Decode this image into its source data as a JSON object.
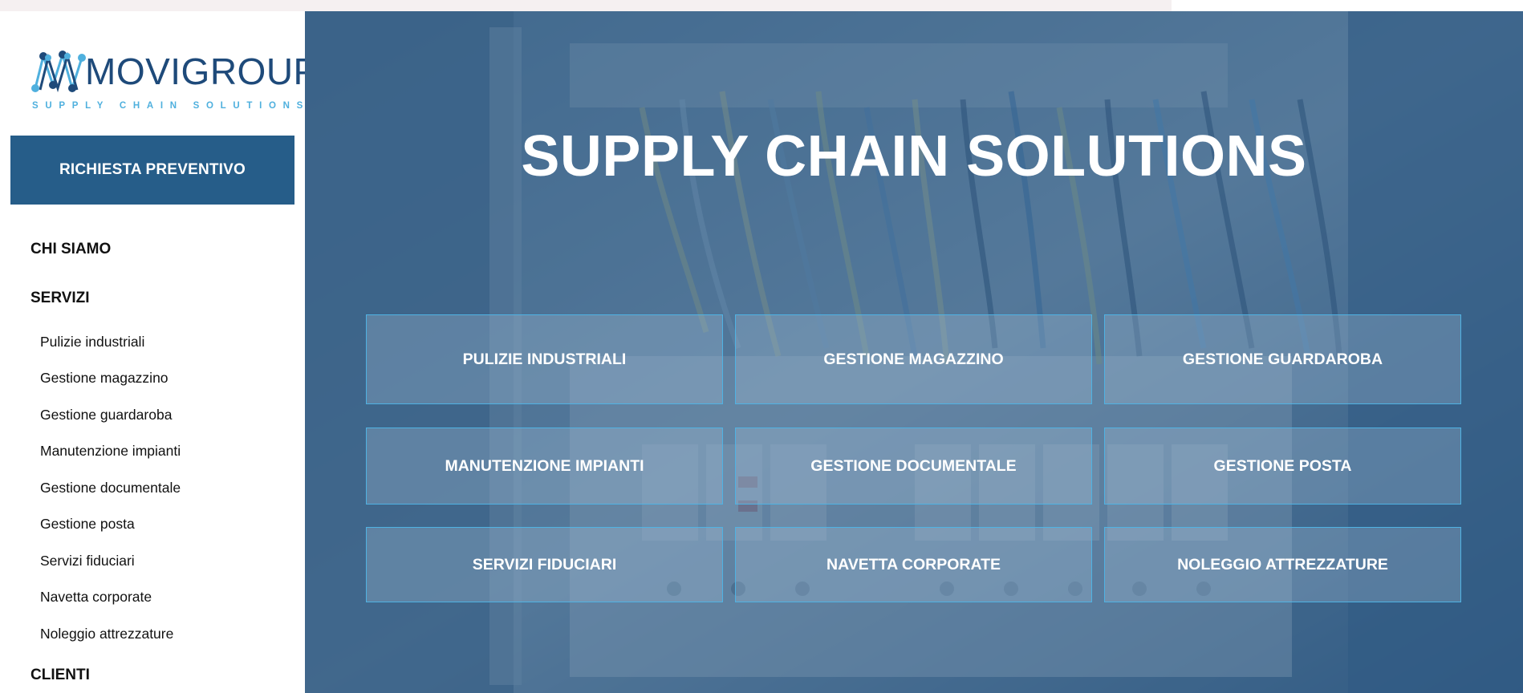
{
  "logo": {
    "text": "MOVIGROUP",
    "tagline": "SUPPLY CHAIN SOLUTIONS",
    "colors": {
      "primary": "#1e4a7a",
      "accent": "#4fb0de"
    }
  },
  "sidebar": {
    "cta_label": "RICHIESTA PREVENTIVO",
    "nav": {
      "chi_siamo": "CHI SIAMO",
      "servizi": "SERVIZI",
      "clienti": "CLIENTI"
    },
    "servizi_items": [
      "Pulizie industriali",
      "Gestione magazzino",
      "Gestione guardaroba",
      "Manutenzione impianti",
      "Gestione documentale",
      "Gestione posta",
      "Servizi fiduciari",
      "Navetta corporate",
      "Noleggio attrezzature"
    ]
  },
  "hero": {
    "title": "SUPPLY CHAIN SOLUTIONS",
    "services": [
      "PULIZIE INDUSTRIALI",
      "GESTIONE MAGAZZINO",
      "GESTIONE GUARDAROBA",
      "MANUTENZIONE IMPIANTI",
      "GESTIONE DOCUMENTALE",
      "GESTIONE POSTA",
      "SERVIZI FIDUCIARI",
      "NAVETTA CORPORATE",
      "NOLEGGIO ATTREZZATURE"
    ]
  },
  "colors": {
    "cta_background": "#265d89",
    "hero_overlay": "#2d5782",
    "card_border": "#4fb2e3"
  }
}
